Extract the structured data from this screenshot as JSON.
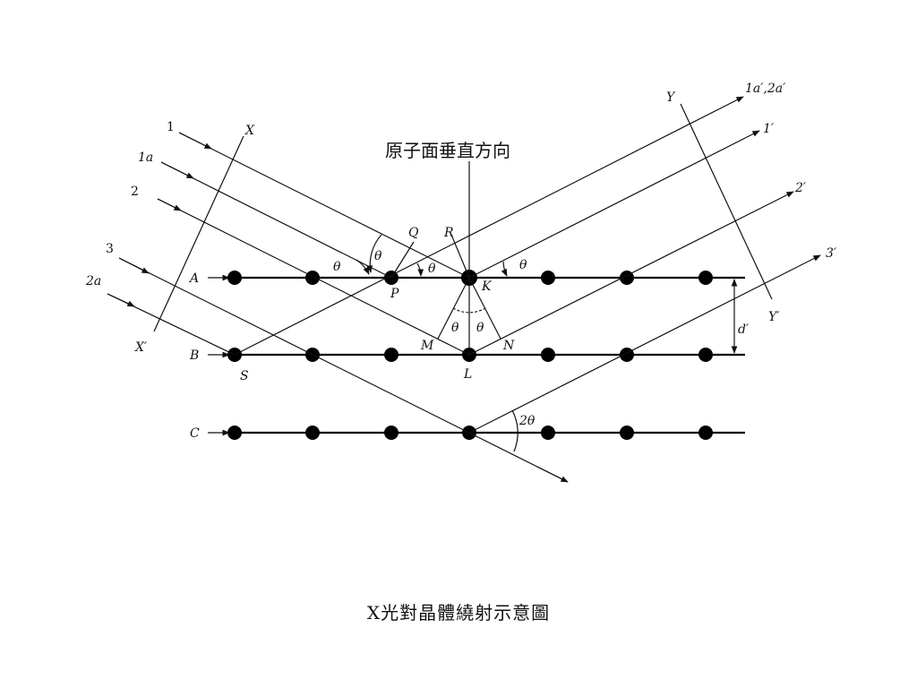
{
  "diagram": {
    "axis_title": "原子面垂直方向",
    "incident_labels": [
      "1",
      "1a",
      "2",
      "3",
      "2a"
    ],
    "reflected_labels": [
      "1a′,2a′",
      "1′",
      "2′",
      "3′"
    ],
    "wavefront_labels": {
      "x": "X",
      "x_prime": "X′",
      "y": "Y",
      "y_prime": "Y′"
    },
    "plane_labels": [
      "A",
      "B",
      "C"
    ],
    "point_labels": {
      "p": "P",
      "q": "Q",
      "r": "R",
      "k": "K",
      "s": "S",
      "m": "M",
      "n": "N",
      "l": "L"
    },
    "theta": "θ",
    "two_theta": "2θ",
    "spacing": "d′"
  },
  "caption": "X光對晶體繞射示意圖"
}
